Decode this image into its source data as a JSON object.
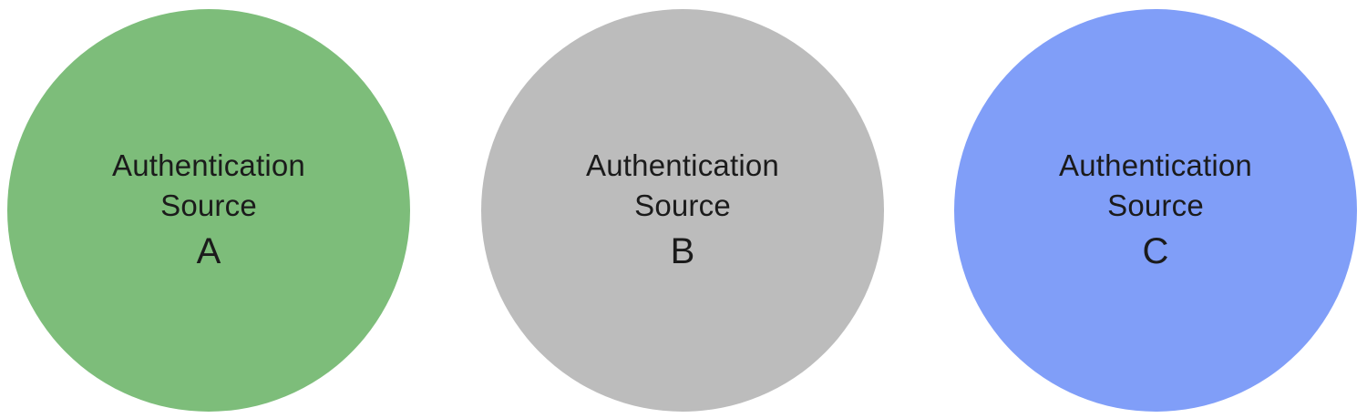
{
  "sources": [
    {
      "line1": "Authentication",
      "line2": "Source",
      "letter": "A",
      "color": "#7dbd7a"
    },
    {
      "line1": "Authentication",
      "line2": "Source",
      "letter": "B",
      "color": "#bcbcbc"
    },
    {
      "line1": "Authentication",
      "line2": "Source",
      "letter": "C",
      "color": "#809ef8"
    }
  ]
}
